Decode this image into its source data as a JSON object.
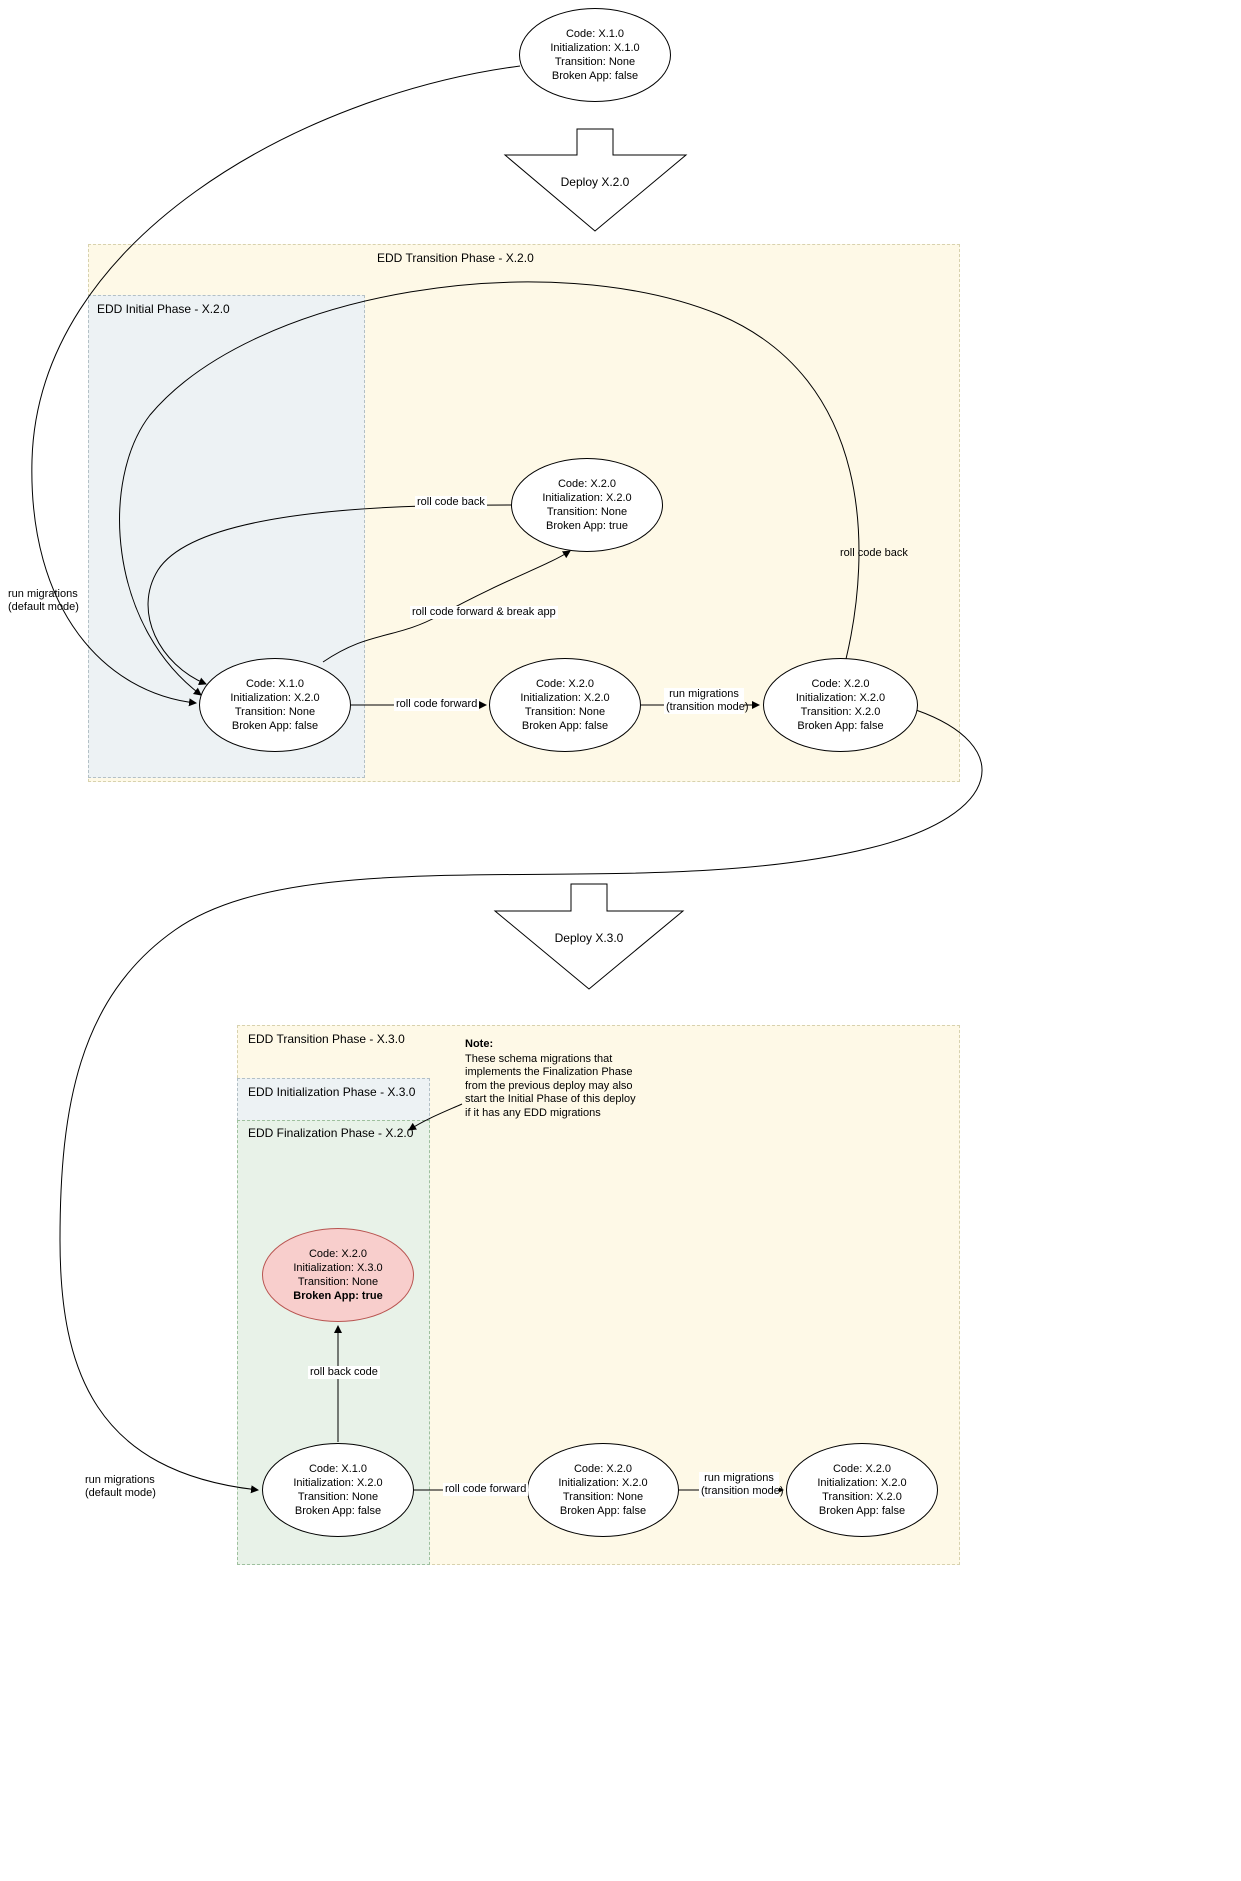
{
  "colors": {
    "transition_phase_bg": "#FEF9E7",
    "initial_phase_bg": "#EDF2F4",
    "finalization_phase_bg": "#E8F2E8",
    "broken_node_bg": "#F8CECC",
    "broken_node_border": "#B85450"
  },
  "deploy_arrows": {
    "deploy_x2": "Deploy X.2.0",
    "deploy_x3": "Deploy X.3.0"
  },
  "regions": {
    "transition_x2": "EDD Transition Phase - X.2.0",
    "initial_x2": "EDD Initial Phase - X.2.0",
    "transition_x3": "EDD Transition Phase - X.3.0",
    "initialization_x3": "EDD Initialization Phase - X.3.0",
    "finalization_x2": "EDD Finalization Phase - X.2.0"
  },
  "nodes": {
    "start": {
      "lines": [
        "Code: X.1.0",
        "Initialization: X.1.0",
        "Transition: None",
        "Broken App: false"
      ]
    },
    "t2_initial": {
      "lines": [
        "Code: X.1.0",
        "Initialization: X.2.0",
        "Transition: None",
        "Broken App: false"
      ]
    },
    "t2_broken": {
      "lines": [
        "Code: X.2.0",
        "Initialization: X.2.0",
        "Transition: None",
        "Broken App: true"
      ]
    },
    "t2_code": {
      "lines": [
        "Code: X.2.0",
        "Initialization: X.2.0",
        "Transition: None",
        "Broken App: false"
      ]
    },
    "t2_transition": {
      "lines": [
        "Code: X.2.0",
        "Initialization: X.2.0",
        "Transition: X.2.0",
        "Broken App: false"
      ]
    },
    "t3_broken": {
      "lines": [
        "Code: X.2.0",
        "Initialization: X.3.0",
        "Transition: None",
        "Broken App: true"
      ]
    },
    "t3_initial": {
      "lines": [
        "Code: X.1.0",
        "Initialization: X.2.0",
        "Transition: None",
        "Broken App: false"
      ]
    },
    "t3_code": {
      "lines": [
        "Code: X.2.0",
        "Initialization: X.2.0",
        "Transition: None",
        "Broken App: false"
      ]
    },
    "t3_transition": {
      "lines": [
        "Code: X.2.0",
        "Initialization: X.2.0",
        "Transition: X.2.0",
        "Broken App: false"
      ]
    }
  },
  "edges": {
    "run_migrations_default": [
      "run migrations",
      "(default mode)"
    ],
    "run_migrations_transition": [
      "run migrations",
      "(transition mode)"
    ],
    "roll_code_back": "roll code back",
    "roll_code_forward": "roll code forward",
    "roll_code_forward_break_app": "roll code forward & break app",
    "roll_back_code": "roll back code"
  },
  "note": {
    "title": "Note:",
    "lines": [
      "These schema migrations that",
      "implements the Finalization Phase",
      "from the previous deploy may also",
      "start the Initial Phase of this deploy",
      "if it has any EDD migrations"
    ]
  }
}
